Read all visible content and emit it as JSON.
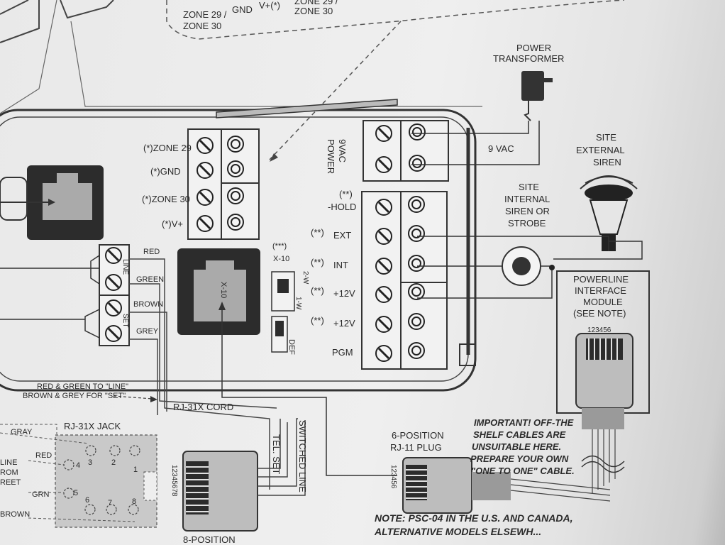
{
  "top_labels": {
    "zone29_30_left": [
      "ZONE 29 /",
      "ZONE 30"
    ],
    "gnd": "GND",
    "vplus": "V+(*)",
    "zone29_30_right": [
      "ZONE 29 /",
      "ZONE 30"
    ]
  },
  "power_transformer": [
    "POWER",
    "TRANSFORMER"
  ],
  "vac_label": "9 VAC",
  "vac_power": [
    "9VAC",
    "POWER"
  ],
  "external_siren": [
    "SITE",
    "EXTERNAL",
    "SIREN"
  ],
  "internal_siren": [
    "SITE",
    "INTERNAL",
    "SIREN OR",
    "STROBE"
  ],
  "zone_terminals": [
    "(*)ZONE 29",
    "(*)GND",
    "(*)ZONE 30",
    "(*)V+"
  ],
  "x10_jumper": {
    "stars": "(***)",
    "name": "X-10",
    "w1": "1-W",
    "w2": "2-W",
    "def": "DEF"
  },
  "x10_jack": "X-10",
  "right_terminals": [
    {
      "stars": "(**)",
      "label": "-HOLD"
    },
    {
      "stars": "(**)",
      "label": "EXT"
    },
    {
      "stars": "(**)",
      "label": "INT"
    },
    {
      "stars": "(**)",
      "label": "+12V"
    },
    {
      "stars": "(**)",
      "label": "+12V"
    },
    {
      "stars": "",
      "label": "PGM"
    }
  ],
  "line_terminals": {
    "line": "LINE",
    "set": "SET",
    "wires": [
      "RED",
      "GREEN",
      "BROWN",
      "GREY"
    ]
  },
  "powerline": [
    "POWERLINE",
    "INTERFACE",
    "MODULE",
    "(SEE NOTE)"
  ],
  "powerline_pins": "123456",
  "red_green_note": [
    "RED & GREEN TO \"LINE\"",
    "BROWN & GREY FOR \"SET\""
  ],
  "rj31x_cord": "RJ-31X CORD",
  "rj31x_jack": "RJ-31X JACK",
  "jack_pins": [
    "1",
    "2",
    "3",
    "4",
    "5",
    "6",
    "7",
    "8"
  ],
  "left_wire_labels": [
    "GRAY",
    "RED",
    "GRN",
    "BROWN"
  ],
  "left_line_from_street": [
    "LINE",
    "ROM",
    "REET"
  ],
  "tel_set": "TEL. SET",
  "switched_line": "SWITCHED LINE",
  "plug6": [
    "6-POSITION",
    "RJ-11 PLUG"
  ],
  "plug6_pins": "123456",
  "plug8": "8-POSITION",
  "plug8_pins": "12345678",
  "important_note": [
    "IMPORTANT! OFF-THE",
    "SHELF CABLES ARE",
    "UNSUITABLE HERE.",
    "PREPARE YOUR OWN",
    "\"ONE TO ONE\" CABLE."
  ],
  "bottom_note": [
    "NOTE: PSC-04 IN THE U.S. AND CANADA,",
    "ALTERNATIVE MODELS ELSEWH..."
  ]
}
